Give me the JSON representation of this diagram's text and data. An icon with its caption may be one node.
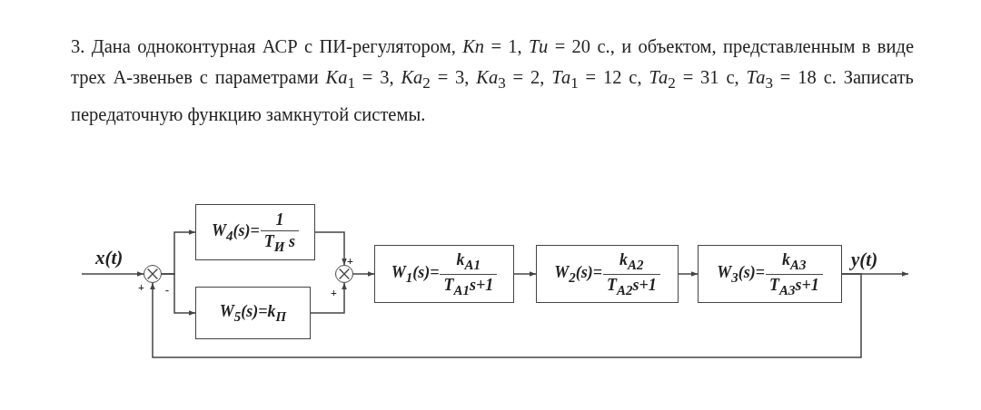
{
  "diagram": {
    "title": "3. Дана одноконтурная АСР с ПИ-регулятором, *Кп* = 1, *Ти* = 20 с., и объектом, представленным в виде трех А-звеньев с параметрами *Ка*$_{1}$ = 3, *Ка*$_{2}$ = 3, *Ка*$_{3}$ = 2, *Та*$_{1}$ = 12 с, *Та*$_{2}$ = 31 с, *Та*$_{3}$ = 18 с. Записать передаточную функцию замкнутой системы.",
    "nodes": [
      {
        "text": [],
        "shape": "circle"
      },
      {
        "text": [
          "W$_{4}$(s)=",
          "1",
          "T$_{И}$ s"
        ]
      },
      {
        "text": [
          "W$_{5}$(s)=k$_{П}$"
        ]
      },
      {
        "text": [],
        "shape": "circle"
      },
      {
        "text": [
          "W$_{1}$(s)=",
          "k$_{A1}$",
          "T$_{A1}$s+1"
        ]
      },
      {
        "text": [
          "W$_{2}$(s)=",
          "k$_{A2}$",
          "T$_{A2}$s+1"
        ]
      },
      {
        "text": [
          "W$_{3}$(s)=",
          "k$_{A3}$",
          "T$_{A3}$s+1"
        ]
      }
    ],
    "edges": [
      {
        "from": null,
        "to": 0,
        "arrow": "to",
        "label": "x(t)"
      },
      {
        "from": 0,
        "to": 1,
        "arrow": "to"
      },
      {
        "from": 0,
        "to": 2,
        "arrow": "to"
      },
      {
        "from": 1,
        "to": 3,
        "arrow": "to"
      },
      {
        "from": 2,
        "to": 3,
        "arrow": "to"
      },
      {
        "from": 3,
        "to": 4,
        "arrow": "to"
      },
      {
        "from": 4,
        "to": 5,
        "arrow": "to"
      },
      {
        "from": 5,
        "to": 6,
        "arrow": "to"
      },
      {
        "from": 6,
        "to": null,
        "arrow": "to",
        "label": "y(t)"
      },
      {
        "from": 6,
        "to": 0,
        "arrow": "to"
      }
    ],
    "labels": [
      "+",
      "+",
      "-",
      "+"
    ]
  }
}
